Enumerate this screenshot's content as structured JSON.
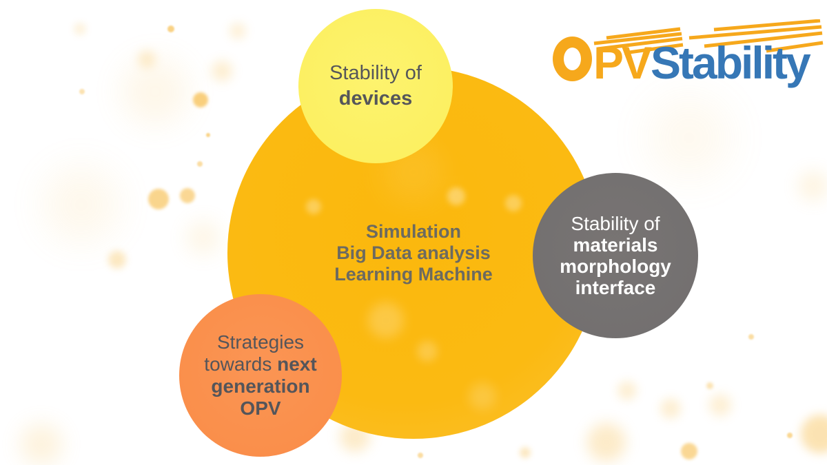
{
  "logo": {
    "o": "O",
    "pv": "PV",
    "stability": "Stability",
    "yellow": "#F6A81C",
    "blue": "#3677B6"
  },
  "circles": {
    "center": {
      "line1": "Simulation",
      "line2": "Big Data analysis",
      "line3": "Learning Machine",
      "color": "#FBB910",
      "text_color": "#6C6A60"
    },
    "devices": {
      "line1": "Stability of",
      "line2": "devices",
      "color": "#FCF065",
      "text_color": "#55565A"
    },
    "materials": {
      "line1": "Stability of",
      "line2": "materials",
      "line3": "morphology",
      "line4": "interface",
      "color": "#737070",
      "text_color": "#FFFFFF"
    },
    "strategies": {
      "line1": "Strategies",
      "line2_regular": "towards ",
      "line2_bold": "next",
      "line3": "generation",
      "line4": "OPV",
      "color": "#FA8F4B",
      "text_color": "#54555A"
    }
  },
  "background": {
    "bokeh_color": "#F8C767"
  }
}
